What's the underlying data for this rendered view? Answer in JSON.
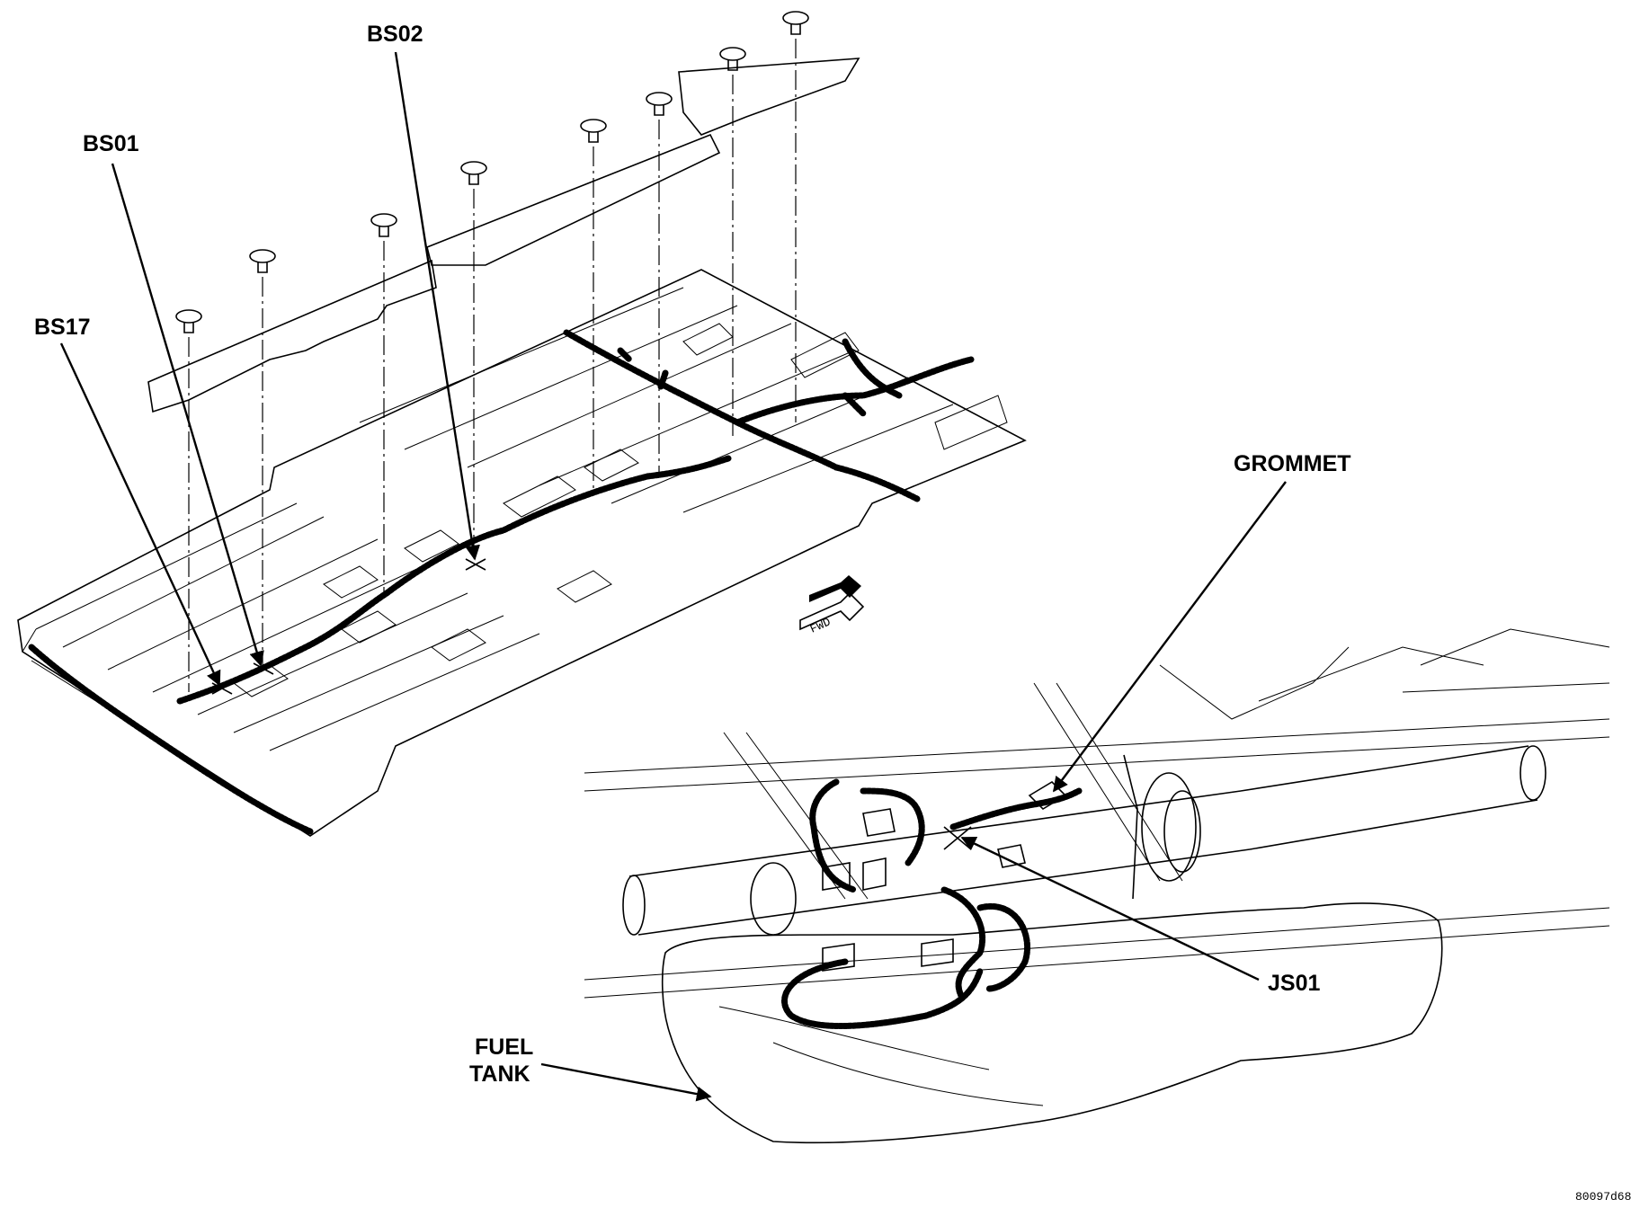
{
  "labels": {
    "bs02": "BS02",
    "bs01": "BS01",
    "bs17": "BS17",
    "grommet": "GROMMET",
    "js01": "JS01",
    "fuel_tank_line1": "FUEL",
    "fuel_tank_line2": "TANK",
    "fwd": "FWD",
    "figure_code": "80097d68"
  },
  "colors": {
    "ink": "#000000",
    "paper": "#ffffff"
  }
}
